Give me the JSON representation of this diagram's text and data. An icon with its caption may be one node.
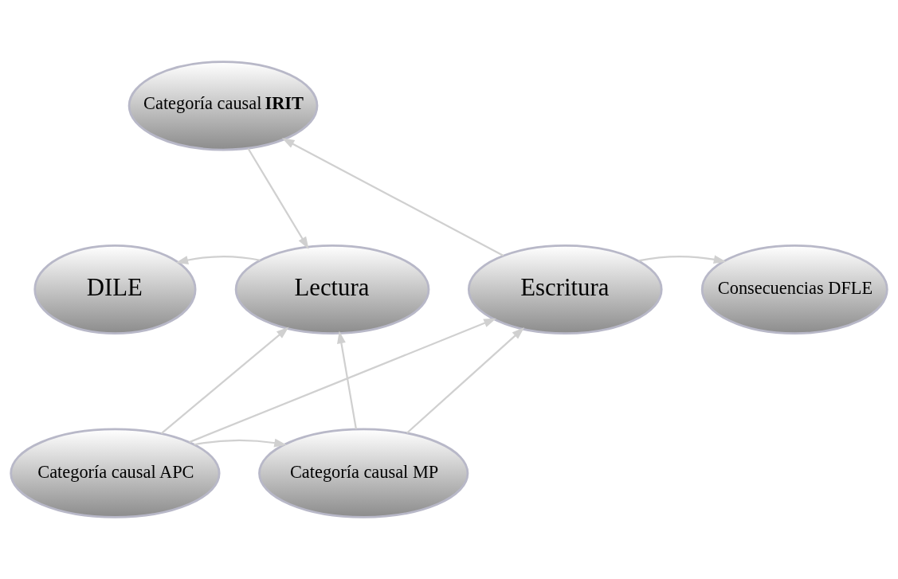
{
  "diagram": {
    "nodes": [
      {
        "text": [
          "Categoría causal **IRIT**"
        ]
      },
      {
        "text": [
          "DILE"
        ]
      },
      {
        "text": [
          "Lectura"
        ]
      },
      {
        "text": [
          "Escritura"
        ]
      },
      {
        "text": [
          "Consecuencias DFLE"
        ]
      },
      {
        "text": [
          "Categoría causal APC"
        ]
      },
      {
        "text": [
          "Categoría causal MP"
        ]
      }
    ],
    "edges": [
      {
        "from": 0,
        "to": 2,
        "arrow": "to"
      },
      {
        "from": 3,
        "to": 0,
        "arrow": "to"
      },
      {
        "from": 2,
        "to": 1,
        "arrow": "to"
      },
      {
        "from": 3,
        "to": 4,
        "arrow": "to"
      },
      {
        "from": 5,
        "to": 2,
        "arrow": "to"
      },
      {
        "from": 5,
        "to": 3,
        "arrow": "to"
      },
      {
        "from": 6,
        "to": 2,
        "arrow": "to"
      },
      {
        "from": 6,
        "to": 3,
        "arrow": "to"
      },
      {
        "from": 5,
        "to": 6,
        "arrow": "to"
      }
    ]
  }
}
